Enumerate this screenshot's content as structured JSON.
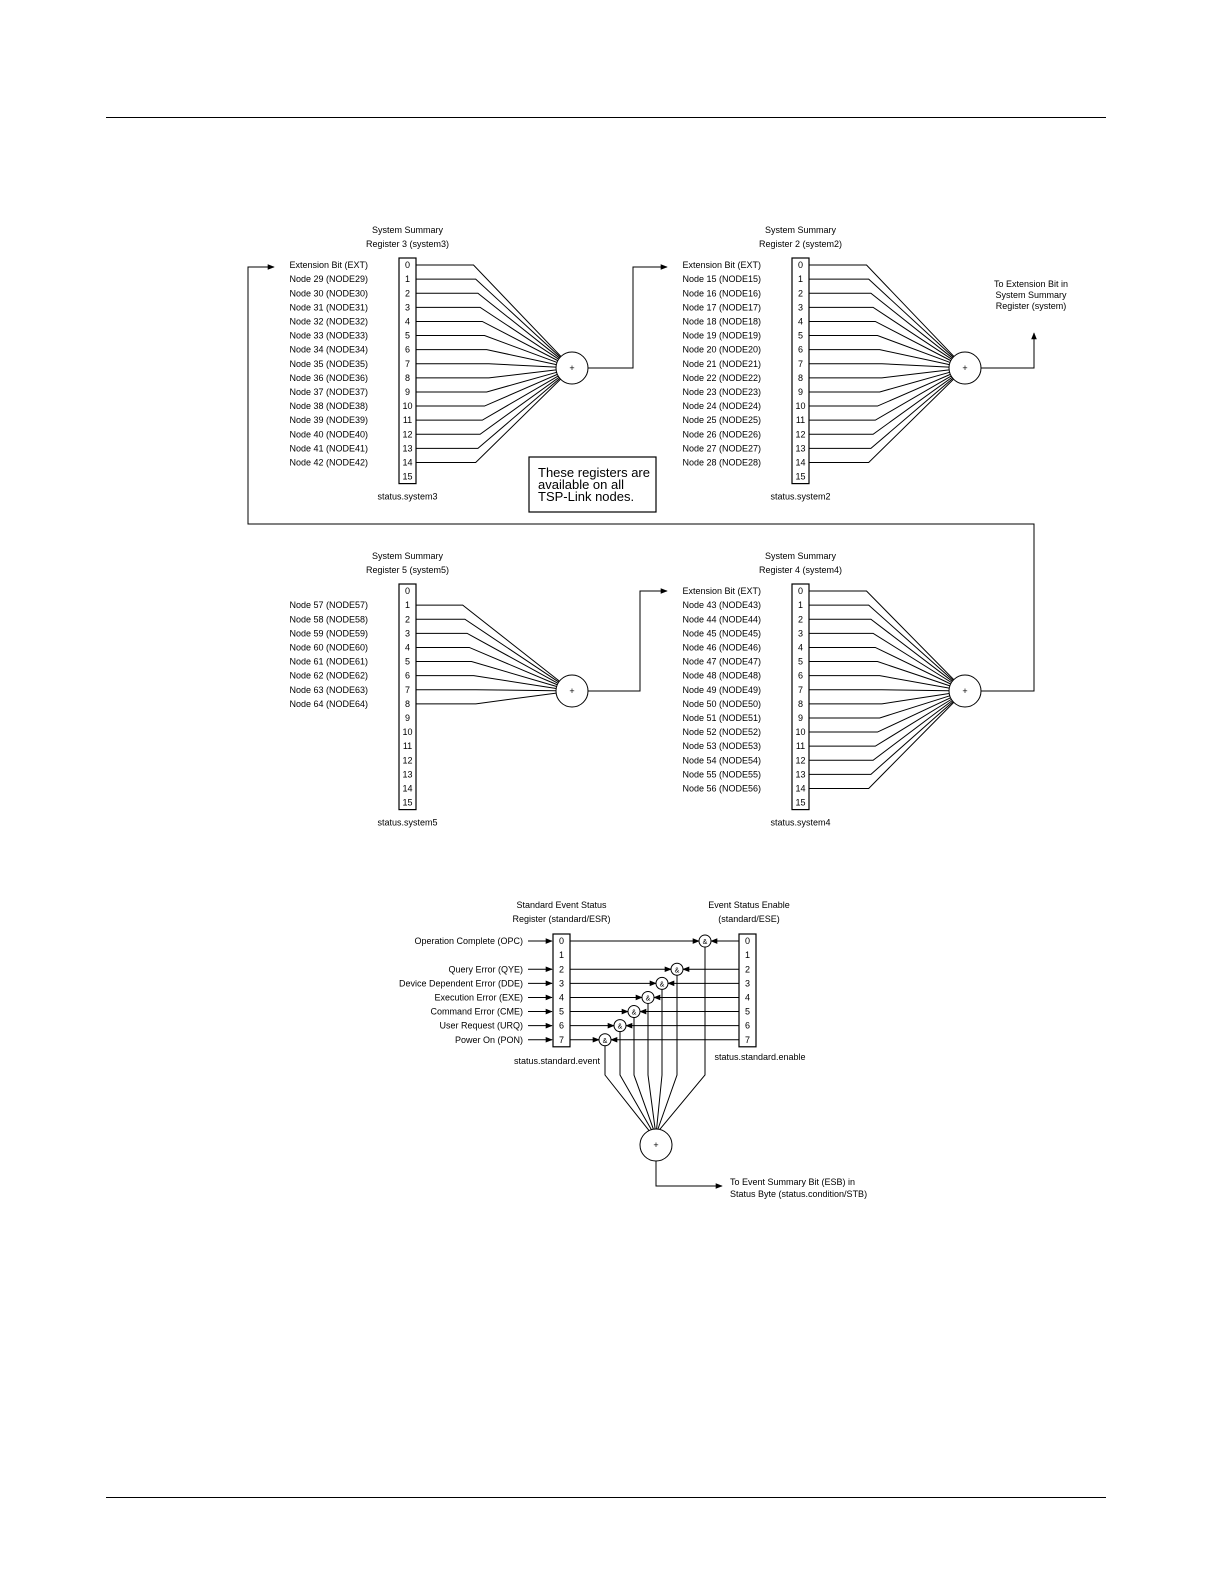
{
  "system_registers": [
    {
      "id": "system3",
      "title": [
        "System Summary",
        "Register 3 (system3)"
      ],
      "name": "status.system3",
      "signals": [
        "Extension Bit (EXT)",
        "Node 29 (NODE29)",
        "Node 30 (NODE30)",
        "Node 31 (NODE31)",
        "Node 32 (NODE32)",
        "Node 33 (NODE33)",
        "Node 34 (NODE34)",
        "Node 35 (NODE35)",
        "Node 36 (NODE36)",
        "Node 37 (NODE37)",
        "Node 38 (NODE38)",
        "Node 39 (NODE39)",
        "Node 40 (NODE40)",
        "Node 41 (NODE41)",
        "Node 42 (NODE42)",
        ""
      ]
    },
    {
      "id": "system2",
      "title": [
        "System Summary",
        "Register 2 (system2)"
      ],
      "name": "status.system2",
      "signals": [
        "Extension Bit (EXT)",
        "Node 15 (NODE15)",
        "Node 16 (NODE16)",
        "Node 17 (NODE17)",
        "Node 18 (NODE18)",
        "Node 19 (NODE19)",
        "Node 20 (NODE20)",
        "Node 21 (NODE21)",
        "Node 22 (NODE22)",
        "Node 23 (NODE23)",
        "Node 24 (NODE24)",
        "Node 25 (NODE25)",
        "Node 26 (NODE26)",
        "Node 27 (NODE27)",
        "Node 28 (NODE28)",
        ""
      ]
    },
    {
      "id": "system5",
      "title": [
        "System Summary",
        "Register 5 (system5)"
      ],
      "name": "status.system5",
      "signals": [
        "",
        "Node 57 (NODE57)",
        "Node 58 (NODE58)",
        "Node 59 (NODE59)",
        "Node 60 (NODE60)",
        "Node 61 (NODE61)",
        "Node 62 (NODE62)",
        "Node 63 (NODE63)",
        "Node 64 (NODE64)",
        "",
        "",
        "",
        "",
        "",
        "",
        ""
      ]
    },
    {
      "id": "system4",
      "title": [
        "System Summary",
        "Register 4 (system4)"
      ],
      "name": "status.system4",
      "signals": [
        "Extension Bit (EXT)",
        "Node 43 (NODE43)",
        "Node 44 (NODE44)",
        "Node 45 (NODE45)",
        "Node 46 (NODE46)",
        "Node 47 (NODE47)",
        "Node 48 (NODE48)",
        "Node 49 (NODE49)",
        "Node 50 (NODE50)",
        "Node 51 (NODE51)",
        "Node 52 (NODE52)",
        "Node 53 (NODE53)",
        "Node 54 (NODE54)",
        "Node 55 (NODE55)",
        "Node 56 (NODE56)",
        ""
      ]
    }
  ],
  "bit_numbers": [
    "0",
    "1",
    "2",
    "3",
    "4",
    "5",
    "6",
    "7",
    "8",
    "9",
    "10",
    "11",
    "12",
    "13",
    "14",
    "15"
  ],
  "or_symbol": "+",
  "and_symbol": "&",
  "to_system_note": [
    "To Extension Bit in",
    "System Summary",
    "Register (system)"
  ],
  "note_box": [
    "These registers are",
    "available on all",
    "TSP-Link nodes."
  ],
  "standard": {
    "esr_title": [
      "Standard Event Status",
      "Register (standard/ESR)"
    ],
    "ese_title": [
      "Event Status Enable",
      "(standard/ESE)"
    ],
    "esr_name": "status.standard.event",
    "ese_name": "status.standard.enable",
    "signals": [
      "Operation Complete (OPC)",
      "",
      "Query Error (QYE)",
      "Device Dependent Error (DDE)",
      "Execution Error (EXE)",
      "Command Error (CME)",
      "User Request (URQ)",
      "Power On (PON)"
    ],
    "bits": [
      "0",
      "1",
      "2",
      "3",
      "4",
      "5",
      "6",
      "7"
    ],
    "output_note": [
      "To Event Summary Bit (ESB) in",
      "Status Byte (status.condition/STB)"
    ]
  }
}
